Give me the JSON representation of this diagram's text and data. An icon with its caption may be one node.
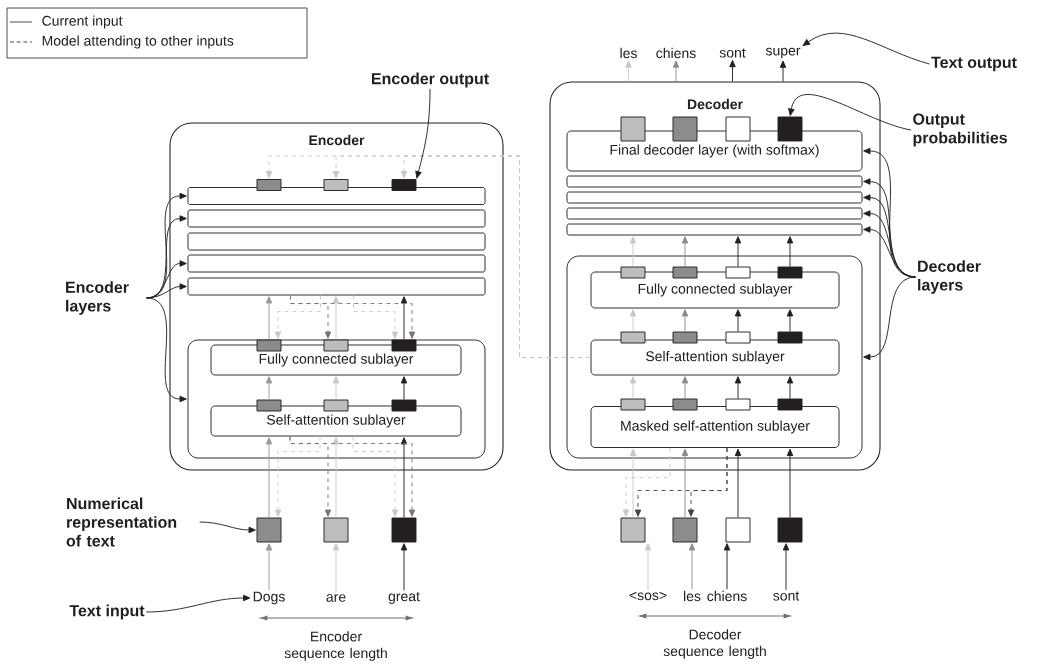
{
  "diagram": {
    "nodes": [
      {
        "text": [
          "Encoder"
        ]
      },
      {
        "text": [],
        "shape": "box",
        "in": 0
      },
      {
        "text": [],
        "shape": "box",
        "in": 0
      },
      {
        "text": [],
        "shape": "box",
        "in": 0
      },
      {
        "text": [],
        "shape": "bar",
        "in": 0
      },
      {
        "text": [],
        "shape": "bar",
        "in": 0
      },
      {
        "text": [],
        "shape": "bar",
        "in": 0
      },
      {
        "text": [],
        "shape": "bar",
        "in": 0
      },
      {
        "text": [],
        "shape": "bar",
        "in": 0
      },
      {
        "text": [],
        "shape": "box",
        "in": 0
      },
      {
        "text": [],
        "shape": "box",
        "in": 9
      },
      {
        "text": [],
        "shape": "box",
        "in": 9
      },
      {
        "text": [],
        "shape": "box",
        "in": 9
      },
      {
        "text": [
          "Fully connected sublayer"
        ],
        "in": 9
      },
      {
        "text": [],
        "shape": "box",
        "in": 9
      },
      {
        "text": [],
        "shape": "box",
        "in": 9
      },
      {
        "text": [],
        "shape": "box",
        "in": 9
      },
      {
        "text": [
          "Self-attention sublayer"
        ],
        "in": 9
      },
      {
        "text": [],
        "shape": "box"
      },
      {
        "text": [],
        "shape": "box"
      },
      {
        "text": [],
        "shape": "box"
      },
      {
        "text": [
          "Dogs"
        ]
      },
      {
        "text": [
          "are"
        ]
      },
      {
        "text": [
          "great"
        ]
      },
      {
        "text": [
          "Encoder output"
        ]
      },
      {
        "text": [
          "Encoder layers"
        ]
      },
      {
        "text": [
          "Numerical representation of text"
        ]
      },
      {
        "text": [
          "Text input"
        ]
      },
      {
        "text": [
          "les"
        ]
      },
      {
        "text": [
          "chiens"
        ]
      },
      {
        "text": [
          "sont"
        ]
      },
      {
        "text": [
          "super"
        ]
      },
      {
        "text": [
          "Decoder"
        ]
      },
      {
        "text": [],
        "shape": "box",
        "in": 32
      },
      {
        "text": [],
        "shape": "box",
        "in": 32
      },
      {
        "text": [],
        "shape": "box",
        "in": 32
      },
      {
        "text": [],
        "shape": "box",
        "in": 32
      },
      {
        "text": [
          "Final decoder layer (with softmax)"
        ],
        "in": 32
      },
      {
        "text": [],
        "shape": "bar",
        "in": 32
      },
      {
        "text": [],
        "shape": "bar",
        "in": 32
      },
      {
        "text": [],
        "shape": "bar",
        "in": 32
      },
      {
        "text": [],
        "shape": "bar",
        "in": 32
      },
      {
        "text": [],
        "shape": "box",
        "in": 32
      },
      {
        "text": [],
        "shape": "box",
        "in": 42
      },
      {
        "text": [],
        "shape": "box",
        "in": 42
      },
      {
        "text": [],
        "shape": "box",
        "in": 42
      },
      {
        "text": [],
        "shape": "box",
        "in": 42
      },
      {
        "text": [
          "Fully connected sublayer"
        ],
        "in": 42
      },
      {
        "text": [],
        "shape": "box",
        "in": 42
      },
      {
        "text": [],
        "shape": "box",
        "in": 42
      },
      {
        "text": [],
        "shape": "box",
        "in": 42
      },
      {
        "text": [],
        "shape": "box",
        "in": 42
      },
      {
        "text": [
          "Self-attention sublayer"
        ],
        "in": 42
      },
      {
        "text": [],
        "shape": "box",
        "in": 42
      },
      {
        "text": [],
        "shape": "box",
        "in": 42
      },
      {
        "text": [],
        "shape": "box",
        "in": 42
      },
      {
        "text": [],
        "shape": "box",
        "in": 42
      },
      {
        "text": [
          "Masked self-attention sublayer"
        ],
        "in": 42
      },
      {
        "text": [],
        "shape": "box"
      },
      {
        "text": [],
        "shape": "box"
      },
      {
        "text": [],
        "shape": "box"
      },
      {
        "text": [],
        "shape": "box"
      },
      {
        "text": [
          "<sos>"
        ]
      },
      {
        "text": [
          "les"
        ]
      },
      {
        "text": [
          "chiens"
        ]
      },
      {
        "text": [
          "sont"
        ]
      },
      {
        "text": [
          "Text output"
        ]
      },
      {
        "text": [
          "Output probabilities"
        ]
      },
      {
        "text": [
          "Decoder layers"
        ]
      }
    ],
    "edges": [
      {
        "from": 21,
        "to": 18,
        "arrow": "to",
        "color": "#999999"
      },
      {
        "from": 22,
        "to": 19,
        "arrow": "to",
        "color": "#c8c8c8"
      },
      {
        "from": 23,
        "to": 20,
        "arrow": "to"
      },
      {
        "from": 18,
        "to": 17,
        "arrow": "to",
        "color": "#999999"
      },
      {
        "from": 19,
        "to": 17,
        "arrow": "to",
        "color": "#c8c8c8"
      },
      {
        "from": 20,
        "to": 17,
        "arrow": "to"
      },
      {
        "from": 14,
        "to": 13,
        "arrow": "to",
        "color": "#999999"
      },
      {
        "from": 15,
        "to": 13,
        "arrow": "to",
        "color": "#c8c8c8"
      },
      {
        "from": 16,
        "to": 13,
        "arrow": "to"
      },
      {
        "from": 10,
        "to": 8,
        "arrow": "to",
        "color": "#999999"
      },
      {
        "from": 11,
        "to": 8,
        "arrow": "to",
        "color": "#c8c8c8"
      },
      {
        "from": 12,
        "to": 8,
        "arrow": "to"
      },
      {
        "from": 17,
        "to": 18,
        "arrow": "to",
        "style": "dashed",
        "color": "#c8c8c8"
      },
      {
        "from": 17,
        "to": 19,
        "arrow": "to",
        "style": "dashed",
        "color": "#777777"
      },
      {
        "from": 17,
        "to": 20,
        "arrow": "to",
        "style": "dashed",
        "color": "#c8c8c8"
      },
      {
        "from": 17,
        "to": 20,
        "arrow": "to",
        "style": "dashed",
        "color": "#777777"
      },
      {
        "from": 8,
        "to": 10,
        "arrow": "to",
        "style": "dashed",
        "color": "#c8c8c8"
      },
      {
        "from": 8,
        "to": 11,
        "arrow": "to",
        "style": "dashed",
        "color": "#777777"
      },
      {
        "from": 8,
        "to": 12,
        "arrow": "to",
        "style": "dashed",
        "color": "#c8c8c8"
      },
      {
        "from": 8,
        "to": 12,
        "arrow": "to",
        "style": "dashed",
        "color": "#777777"
      },
      {
        "from": 52,
        "to": 1,
        "arrow": "to",
        "style": "dashed",
        "color": "#c8c8c8"
      },
      {
        "from": 52,
        "to": 2,
        "arrow": "to",
        "style": "dashed",
        "color": "#c8c8c8"
      },
      {
        "from": 52,
        "to": 3,
        "arrow": "to",
        "style": "dashed",
        "color": "#c8c8c8"
      },
      {
        "from": 62,
        "to": 58,
        "arrow": "to",
        "color": "#c8c8c8"
      },
      {
        "from": 63,
        "to": 59,
        "arrow": "to",
        "color": "#8c8c8c"
      },
      {
        "from": 64,
        "to": 60,
        "arrow": "to"
      },
      {
        "from": 65,
        "to": 61,
        "arrow": "to"
      },
      {
        "from": 58,
        "to": 57,
        "arrow": "to",
        "color": "#c8c8c8"
      },
      {
        "from": 59,
        "to": 57,
        "arrow": "to",
        "color": "#8c8c8c"
      },
      {
        "from": 60,
        "to": 57,
        "arrow": "to"
      },
      {
        "from": 61,
        "to": 57,
        "arrow": "to"
      },
      {
        "from": 53,
        "to": 52,
        "arrow": "to",
        "color": "#c8c8c8"
      },
      {
        "from": 54,
        "to": 52,
        "arrow": "to",
        "color": "#8c8c8c"
      },
      {
        "from": 55,
        "to": 52,
        "arrow": "to"
      },
      {
        "from": 56,
        "to": 52,
        "arrow": "to"
      },
      {
        "from": 48,
        "to": 47,
        "arrow": "to",
        "color": "#c8c8c8"
      },
      {
        "from": 49,
        "to": 47,
        "arrow": "to",
        "color": "#8c8c8c"
      },
      {
        "from": 50,
        "to": 47,
        "arrow": "to"
      },
      {
        "from": 51,
        "to": 47,
        "arrow": "to"
      },
      {
        "from": 43,
        "to": 41,
        "arrow": "to",
        "color": "#c8c8c8"
      },
      {
        "from": 44,
        "to": 41,
        "arrow": "to",
        "color": "#8c8c8c"
      },
      {
        "from": 45,
        "to": 41,
        "arrow": "to"
      },
      {
        "from": 46,
        "to": 41,
        "arrow": "to"
      },
      {
        "from": 32,
        "to": 28,
        "arrow": "to",
        "color": "#c8c8c8"
      },
      {
        "from": 32,
        "to": 29,
        "arrow": "to",
        "color": "#8c8c8c"
      },
      {
        "from": 32,
        "to": 30,
        "arrow": "to"
      },
      {
        "from": 32,
        "to": 31,
        "arrow": "to"
      },
      {
        "from": 57,
        "to": 58,
        "arrow": "to",
        "style": "dashed",
        "color": "#c8c8c8"
      },
      {
        "from": 57,
        "to": 58,
        "arrow": "to",
        "style": "dashed",
        "color": "#444444"
      },
      {
        "from": 57,
        "to": 59,
        "arrow": "to",
        "style": "dashed",
        "color": "#444444"
      },
      {
        "from": 24,
        "to": 3,
        "arrow": "to"
      },
      {
        "from": 25,
        "to": 4,
        "arrow": "to"
      },
      {
        "from": 25,
        "to": 5,
        "arrow": "to"
      },
      {
        "from": 25,
        "to": 7,
        "arrow": "to"
      },
      {
        "from": 25,
        "to": 8,
        "arrow": "to"
      },
      {
        "from": 25,
        "to": 9,
        "arrow": "to"
      },
      {
        "from": 26,
        "to": 18,
        "arrow": "to"
      },
      {
        "from": 27,
        "to": 21,
        "arrow": "to"
      },
      {
        "from": 66,
        "to": 31,
        "arrow": "to"
      },
      {
        "from": 67,
        "to": 36,
        "arrow": "to"
      },
      {
        "from": 68,
        "to": 37,
        "arrow": "to"
      },
      {
        "from": 68,
        "to": 38,
        "arrow": "to"
      },
      {
        "from": 68,
        "to": 39,
        "arrow": "to"
      },
      {
        "from": 68,
        "to": 40,
        "arrow": "to"
      },
      {
        "from": 68,
        "to": 41,
        "arrow": "to"
      },
      {
        "from": 68,
        "to": 42,
        "arrow": "to"
      }
    ],
    "labels": [
      "Encoder sequence length",
      "Decoder sequence length"
    ],
    "legend": [
      {
        "text": "Current input"
      },
      {
        "text": "Model attending to other inputs"
      }
    ]
  }
}
